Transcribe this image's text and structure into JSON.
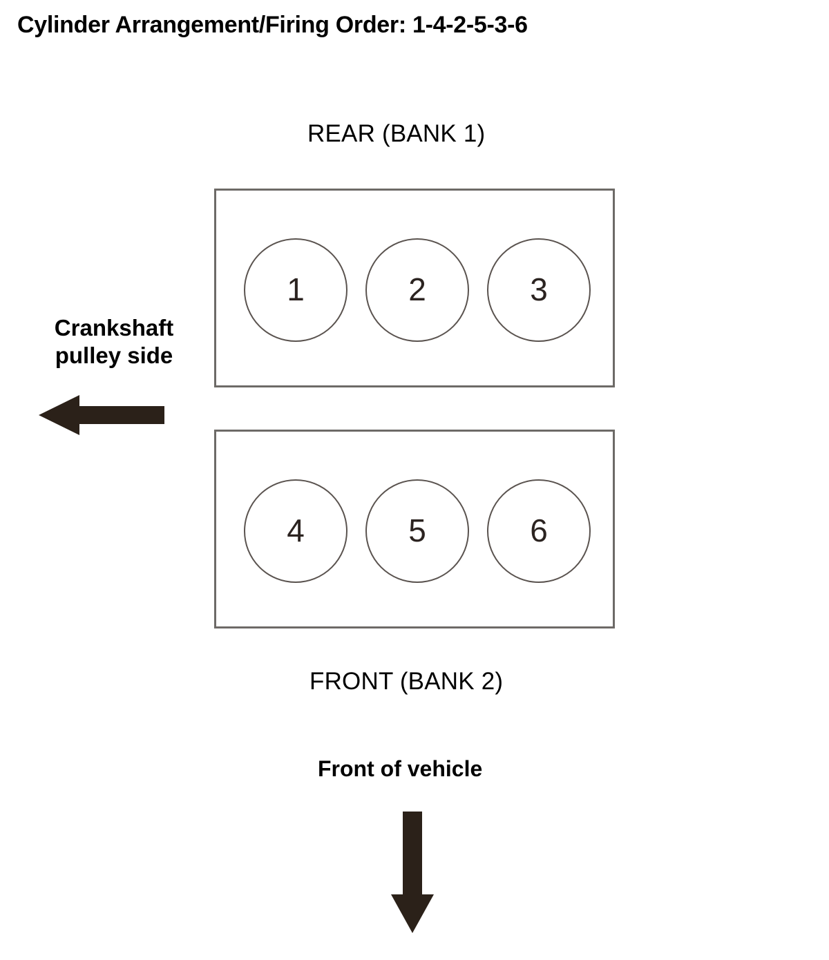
{
  "title": "Cylinder Arrangement/Firing Order: 1-4-2-5-3-6",
  "labels": {
    "rear_bank": "REAR (BANK 1)",
    "front_bank": "FRONT (BANK 2)",
    "crankshaft_side": "Crankshaft\npulley side",
    "front_of_vehicle": "Front of vehicle"
  },
  "banks": [
    {
      "name": "REAR (BANK 1)",
      "cylinders": [
        {
          "number": "1"
        },
        {
          "number": "2"
        },
        {
          "number": "3"
        }
      ]
    },
    {
      "name": "FRONT (BANK 2)",
      "cylinders": [
        {
          "number": "4"
        },
        {
          "number": "5"
        },
        {
          "number": "6"
        }
      ]
    }
  ],
  "firing_order": "1-4-2-5-3-6",
  "icons": {
    "left_arrow": "arrow-left-icon",
    "down_arrow": "arrow-down-icon"
  },
  "colors": {
    "text": "#000000",
    "box_border": "#6d6a67",
    "circle_stroke": "#5a534f",
    "arrow_fill": "#2b2119",
    "background": "#ffffff"
  }
}
